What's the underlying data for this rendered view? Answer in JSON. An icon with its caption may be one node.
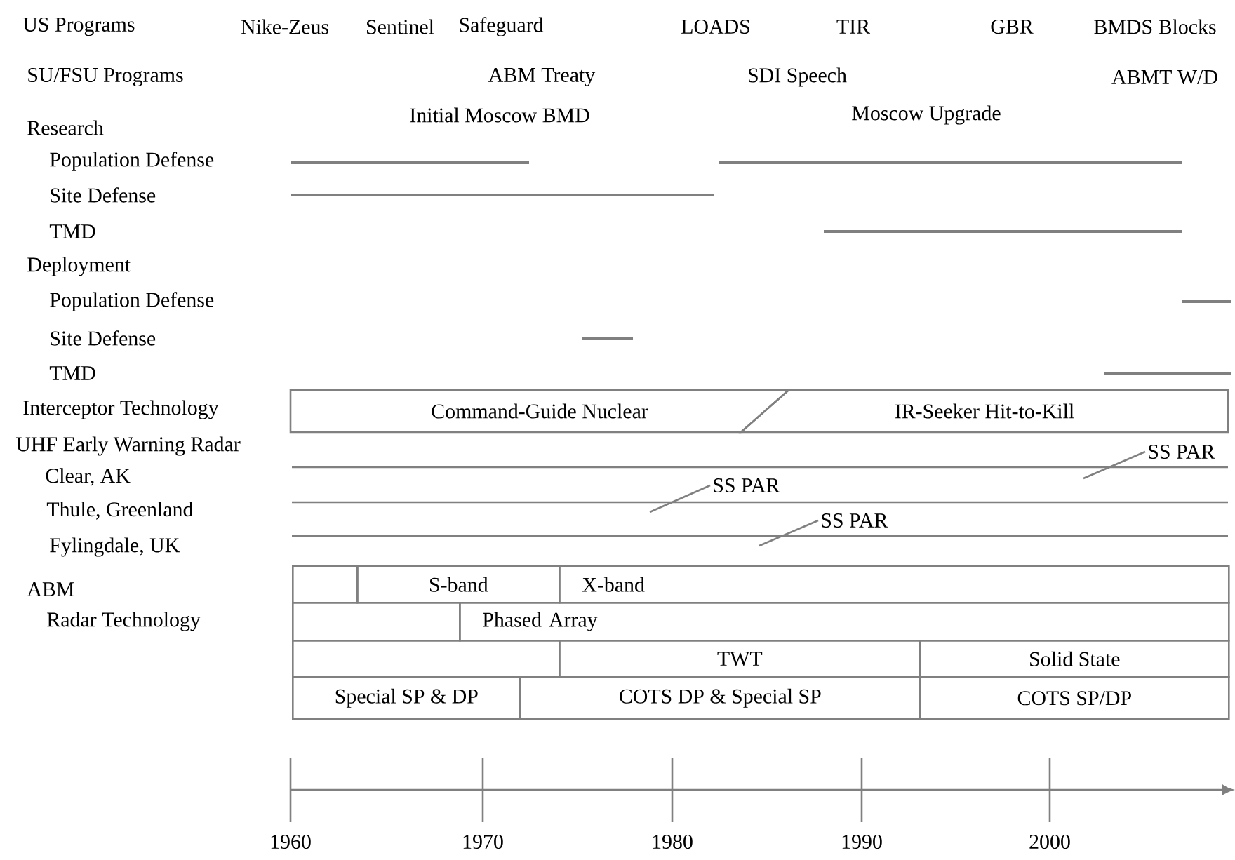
{
  "diagram": {
    "nodes": [
      {
        "text": [
          "Command-Guide Nuclear"
        ]
      },
      {
        "text": [
          "IR-Seeker Hit-to-Kill"
        ]
      },
      {
        "text": [
          "SS PAR"
        ]
      },
      {
        "text": [
          "SS PAR"
        ]
      },
      {
        "text": [
          "SS PAR"
        ]
      },
      {
        "text": [],
        "shape": "box"
      },
      {
        "text": [
          "S-band"
        ]
      },
      {
        "text": [
          "X-band"
        ]
      },
      {
        "text": [],
        "shape": "box"
      },
      {
        "text": [
          "Phased Array"
        ]
      },
      {
        "text": [],
        "shape": "box"
      },
      {
        "text": [
          "TWT"
        ]
      },
      {
        "text": [
          "Solid State"
        ]
      },
      {
        "text": [
          "Special SP & DP"
        ]
      },
      {
        "text": [
          "COTS DP & Special SP"
        ]
      },
      {
        "text": [
          "COTS SP/DP"
        ]
      }
    ],
    "edges": [
      {
        "from": 2,
        "to": null,
        "arrow": "none"
      },
      {
        "from": 3,
        "to": null,
        "arrow": "none"
      },
      {
        "from": 4,
        "to": null,
        "arrow": "none"
      }
    ],
    "labels": [
      "US Programs",
      "Nike-Zeus",
      "Sentinel",
      "Safeguard",
      "LOADS",
      "TIR",
      "GBR",
      "BMDS Blocks",
      "SU/FSU Programs",
      "ABM Treaty",
      "SDI Speech",
      "ABMT W/D",
      "Initial Moscow BMD",
      "Moscow Upgrade",
      "Research",
      "Population Defense",
      "Site Defense",
      "TMD",
      "Deployment",
      "Population Defense",
      "Site Defense",
      "TMD",
      "Interceptor Technology",
      "UHF Early Warning Radar",
      "Clear, AK",
      "Thule, Greenland",
      "Fylingdale, UK",
      "ABM",
      "Radar Technology",
      "1960",
      "1970",
      "1980",
      "1990",
      "2000"
    ]
  }
}
